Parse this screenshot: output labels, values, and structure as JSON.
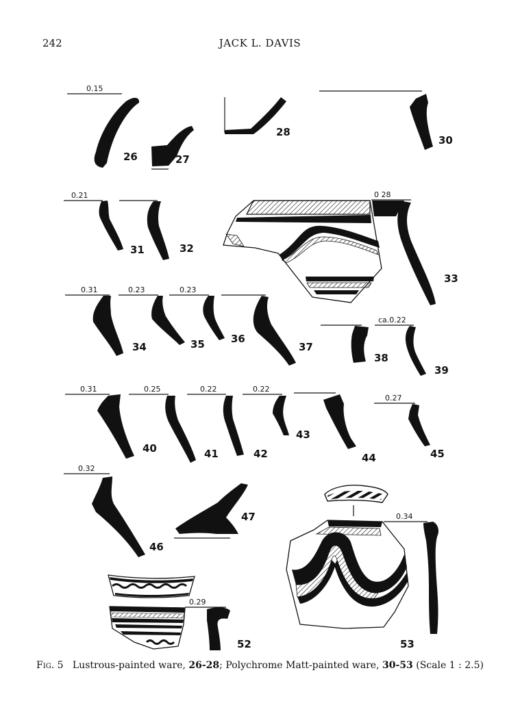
{
  "header": {
    "page_number": "242",
    "author": "JACK L. DAVIS"
  },
  "caption": {
    "fig": "Fig. 5",
    "part1": "Lustrous-painted ware,",
    "range1": "26-28",
    "part2": "; Polychrome Matt-painted ware,",
    "range2": "30-53",
    "part3": "(Scale 1 : 2.5)"
  },
  "sherds": [
    {
      "id": "26",
      "diameter": "0.15"
    },
    {
      "id": "27",
      "diameter": ""
    },
    {
      "id": "28",
      "diameter": ""
    },
    {
      "id": "30",
      "diameter": ""
    },
    {
      "id": "31",
      "diameter": "0.21"
    },
    {
      "id": "32",
      "diameter": ""
    },
    {
      "id": "33",
      "diameter": "0 28"
    },
    {
      "id": "34",
      "diameter": "0.31"
    },
    {
      "id": "35",
      "diameter": "0.23"
    },
    {
      "id": "36",
      "diameter": "0.23"
    },
    {
      "id": "37",
      "diameter": ""
    },
    {
      "id": "38",
      "diameter": ""
    },
    {
      "id": "39",
      "diameter": "ca.0.22"
    },
    {
      "id": "40",
      "diameter": "0.31"
    },
    {
      "id": "41",
      "diameter": "0.25"
    },
    {
      "id": "42",
      "diameter": "0.22"
    },
    {
      "id": "43",
      "diameter": "0.22"
    },
    {
      "id": "44",
      "diameter": ""
    },
    {
      "id": "45",
      "diameter": "0.27"
    },
    {
      "id": "46",
      "diameter": "0.32"
    },
    {
      "id": "47",
      "diameter": ""
    },
    {
      "id": "52",
      "diameter": "0.29"
    },
    {
      "id": "53",
      "diameter": "0.34"
    }
  ]
}
